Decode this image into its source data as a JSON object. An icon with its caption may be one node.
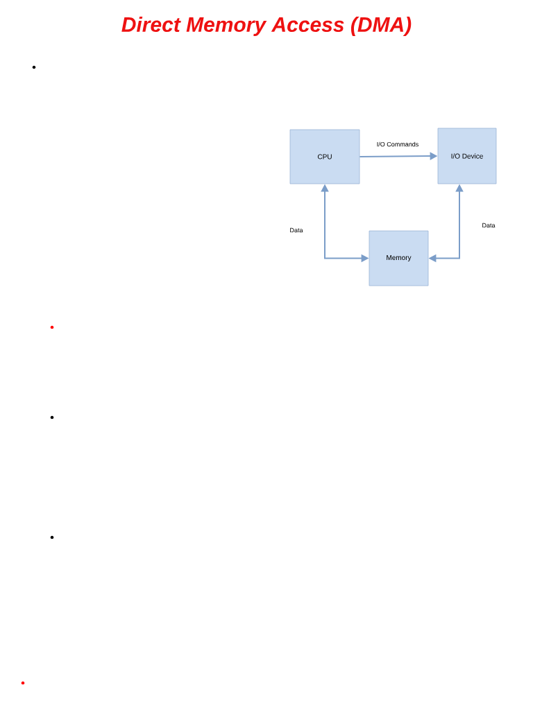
{
  "diagram": {
    "title": "Direct Memory Access  (DMA)",
    "nodes": [
      {
        "text": [
          "CPU"
        ]
      },
      {
        "text": [
          "I/O Device"
        ]
      },
      {
        "text": [
          "Memory"
        ]
      }
    ],
    "edges": [
      {
        "from": 0,
        "to": 1,
        "arrow": "to",
        "label": "I/O Commands"
      },
      {
        "from": 2,
        "to": 0,
        "arrow": "both",
        "label": "Data"
      },
      {
        "from": 2,
        "to": 1,
        "arrow": "both",
        "label": "Data"
      }
    ]
  }
}
